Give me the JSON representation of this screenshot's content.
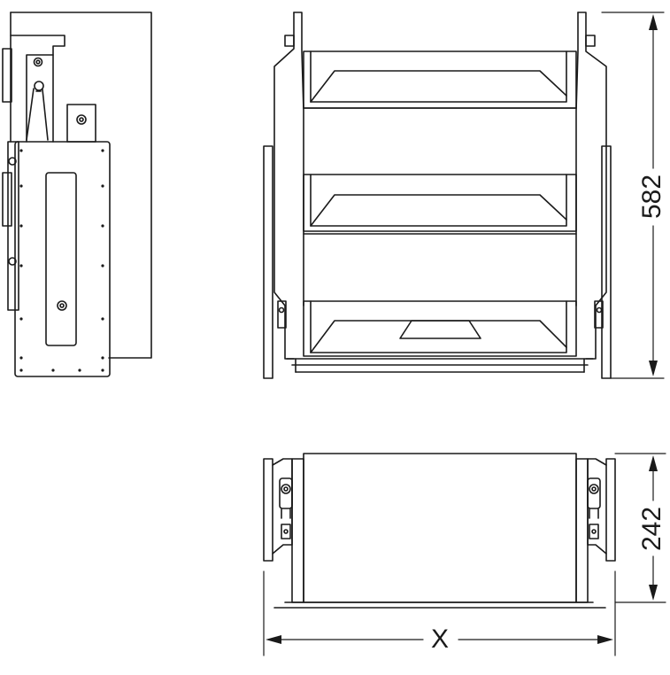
{
  "drawing": {
    "dimension_height": "582",
    "dimension_depth": "242",
    "dimension_width": "X",
    "line_color": "#1a1a1a",
    "background_color": "#ffffff"
  }
}
